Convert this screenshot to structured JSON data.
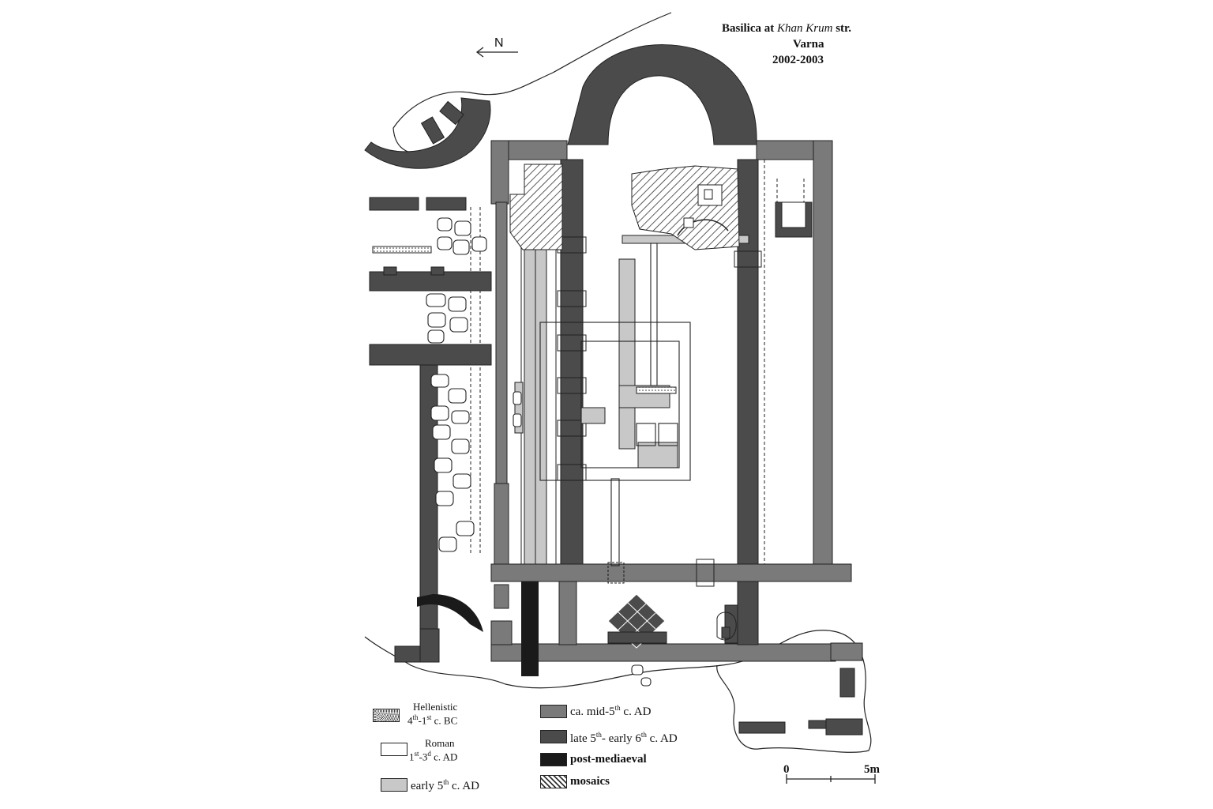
{
  "title": {
    "line1_pre": "Basilica  at ",
    "line1_italic": "Khan Krum",
    "line1_post": " str.",
    "line2": "Varna",
    "line3": "2002-2003"
  },
  "north_label": "N",
  "legend": {
    "hellenistic": {
      "name": "Hellenistic",
      "period_a": "4",
      "sup_a": "th",
      "sep": "-",
      "period_b": "1",
      "sup_b": "st",
      "tail": " c. BC"
    },
    "roman": {
      "name": "Roman",
      "period_a": "1",
      "sup_a": "st",
      "sep": "-",
      "period_b": "3",
      "sup_b": "d",
      "tail": " c. AD"
    },
    "early5": {
      "pre": "early 5",
      "sup": "th",
      "post": " c. AD"
    },
    "mid5": {
      "pre": "ca. mid-5",
      "sup": "th",
      "post": " c. AD"
    },
    "late5": {
      "pre": "late 5",
      "sup": "th",
      "mid": "- early ",
      "mid2": "6",
      "sup2": "th",
      "post": " c. AD"
    },
    "postmed": {
      "label": "post-mediaeval"
    },
    "mosaics": {
      "label": "mosaics"
    }
  },
  "scale": {
    "start": "0",
    "end": "5m"
  },
  "colors": {
    "mid5": "#7a7a7a",
    "late5": "#4b4b4b",
    "postmed": "#1a1a1a",
    "early5": "#c8c8c8",
    "outline": "#222222"
  }
}
